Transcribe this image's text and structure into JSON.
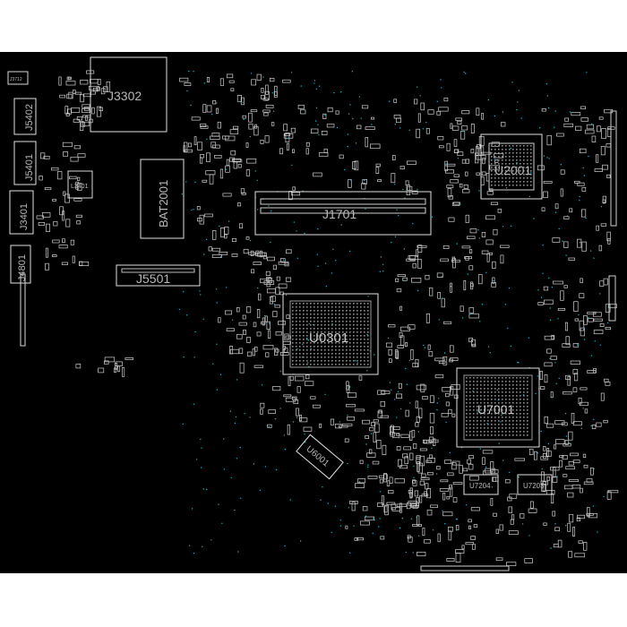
{
  "board": {
    "background": "#000000",
    "outline_color": "#d9d9d9",
    "accent_color": "#19b7c7",
    "labels": {
      "j3302": "J3302",
      "bat2001": "BAT2001",
      "j1701": "J1701",
      "j5501": "J5501",
      "u0301": "U0301",
      "u7001": "U7001",
      "u2001": "U2001",
      "u6001": "U6001",
      "j5402": "J5402",
      "j5401": "J5401",
      "j3401": "J3401",
      "j4801": "J4801",
      "l3401": "L3401",
      "j3712": "J3712",
      "u7204": "U7204",
      "u7203": "U7203"
    }
  }
}
